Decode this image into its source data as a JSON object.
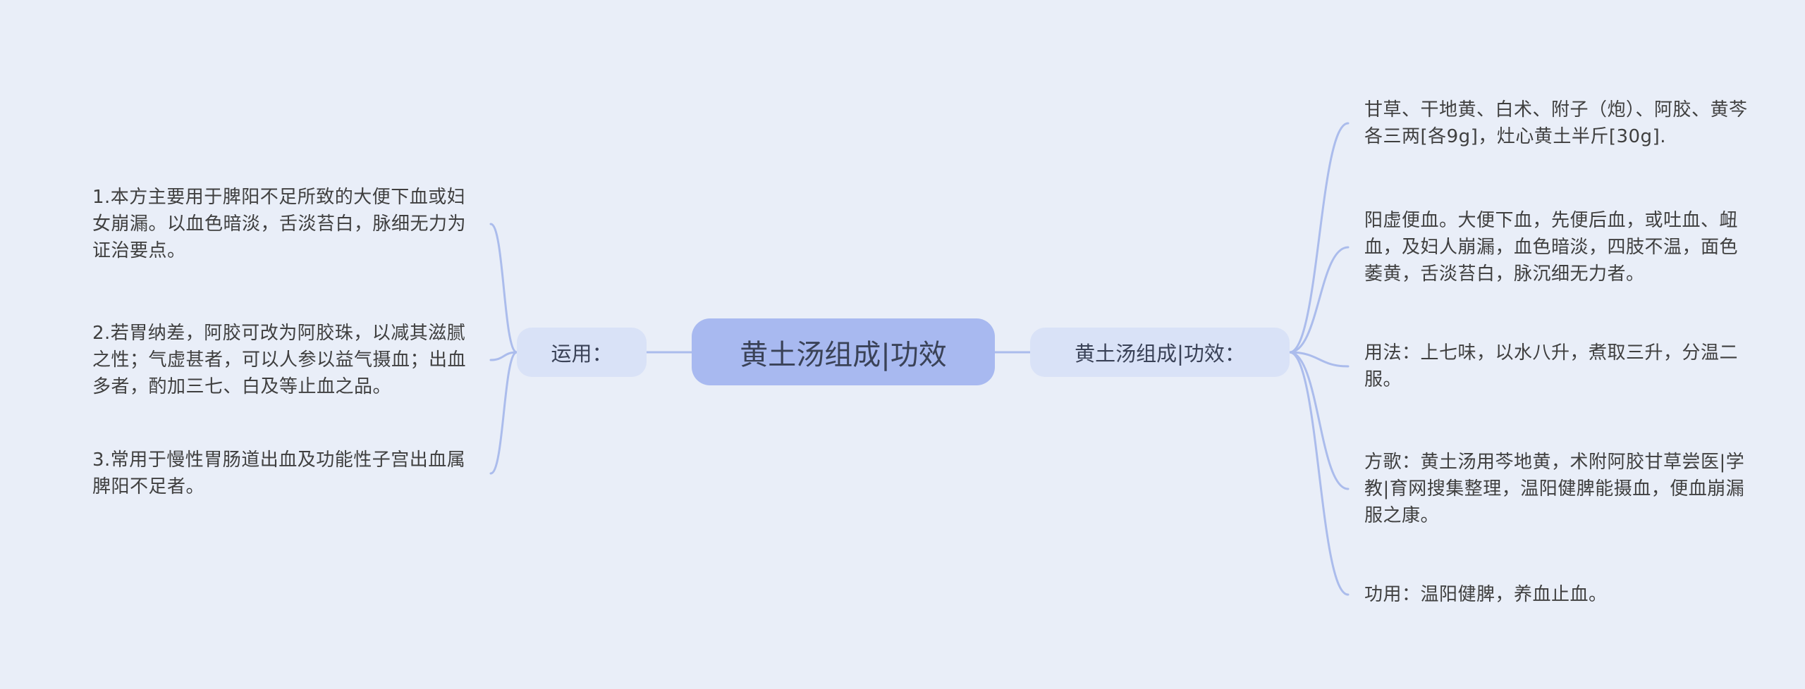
{
  "colors": {
    "page_bg": "#e9eef8",
    "center_fill": "#a8b9f0",
    "side_fill": "#d9e2f7",
    "connector": "#abbcec",
    "node_text": "#3a4257",
    "body_text": "#3f3f3f"
  },
  "center": {
    "label": "黄土汤组成|功效"
  },
  "left_branch": {
    "node_label": "运用：",
    "items": [
      {
        "text": "1.本方主要用于脾阳不足所致的大便下血或妇女崩漏。以血色暗淡，舌淡苔白，脉细无力为证治要点。"
      },
      {
        "text": "2.若胃纳差，阿胶可改为阿胶珠，以减其滋腻之性；气虚甚者，可以人参以益气摄血；出血多者，酌加三七、白及等止血之品。"
      },
      {
        "text": "3.常用于慢性胃肠道出血及功能性子宫出血属脾阳不足者。"
      }
    ]
  },
  "right_branch": {
    "node_label": "黄土汤组成|功效：",
    "items": [
      {
        "text": "甘草、干地黄、白术、附子（炮）、阿胶、黄芩各三两[各9g]，灶心黄土半斤[30g]."
      },
      {
        "text": "阳虚便血。大便下血，先便后血，或吐血、衄血，及妇人崩漏，血色暗淡，四肢不温，面色萎黄，舌淡苔白，脉沉细无力者。"
      },
      {
        "text": "用法：上七味，以水八升，煮取三升，分温二服。"
      },
      {
        "text": "方歌：黄土汤用芩地黄，术附阿胶甘草尝医|学教|育网搜集整理，温阳健脾能摄血，便血崩漏服之康。"
      },
      {
        "text": "功用：温阳健脾，养血止血。"
      }
    ]
  }
}
